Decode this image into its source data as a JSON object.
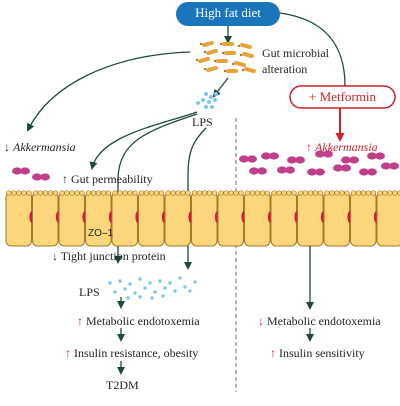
{
  "diagram": {
    "top_node": "High fat diet",
    "gut_microbial": [
      "Gut microbial",
      "alteration"
    ],
    "lps_top": "LPS",
    "metformin": "+ Metformin",
    "left": {
      "akk_arrow": "↓",
      "akk_name": "Akkermansia",
      "gut_perm_arrow": "↑",
      "gut_perm": "Gut permeability",
      "zo1": "ZO–1",
      "tight_junction": "↓ Tight junction protein",
      "lps_bottom": "LPS",
      "endotox_arrow": "↑",
      "endotox": "Metabolic endotoxemia",
      "insulin_arrow": "↑",
      "insulin": "Insulin resistance, obesity",
      "outcome": "T2DM"
    },
    "right": {
      "akk_arrow": "↑",
      "akk_name": "Akkermansia",
      "endotox_arrow": "↓",
      "endotox": "Metabolic endotoxemia",
      "insulin_arrow": "↑",
      "insulin": "Insulin sensitivity"
    }
  },
  "colors": {
    "node_fill": "#1b75bb",
    "arrow": "#1f4a3a",
    "accent_red": "#d62027",
    "cell_fill": "#fbd67a",
    "cell_stroke": "#a57a2c",
    "junction": "#e0173a",
    "bacteria_pink": "#c13f8a",
    "bacteria_orange": "#e9a13a",
    "lps": "#7fc6ec"
  }
}
